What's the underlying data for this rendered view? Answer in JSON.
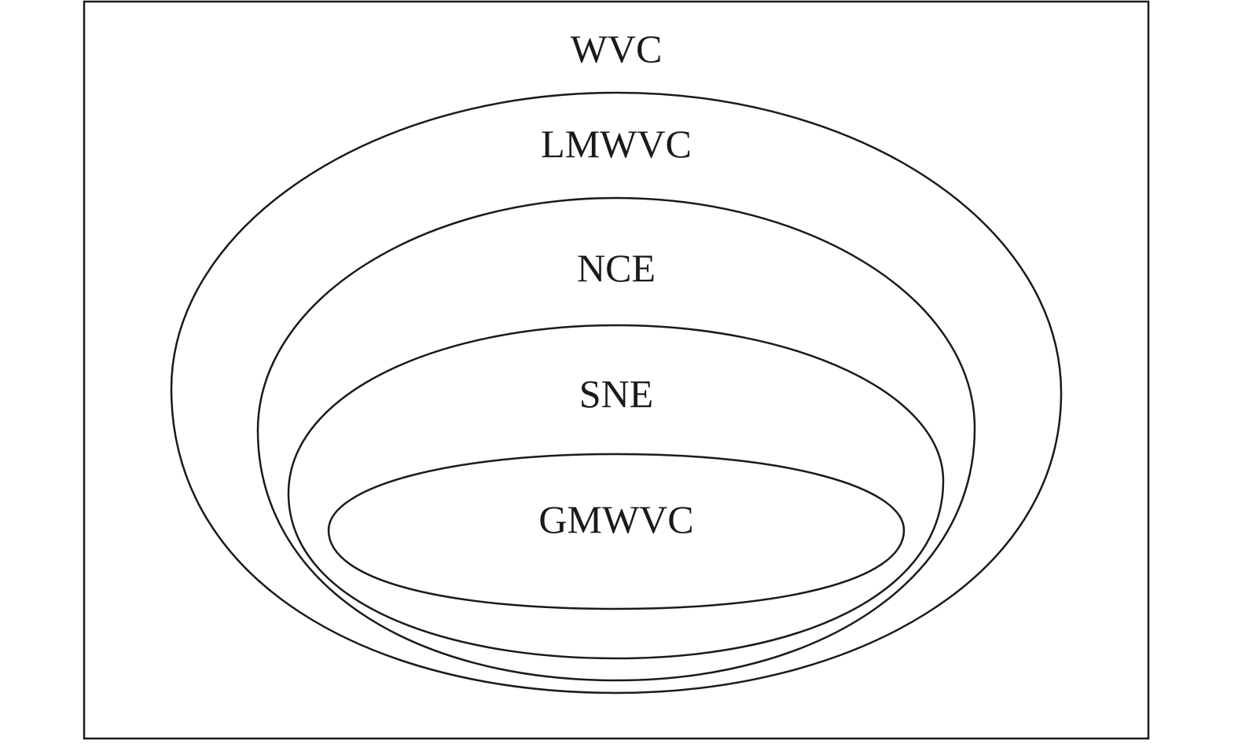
{
  "diagram": {
    "type": "nested-set-diagram",
    "line_color": "#1a1a1a",
    "background_color": "#ffffff",
    "sets": [
      {
        "id": "wvc",
        "label": "WVC",
        "contains": "lmwvc"
      },
      {
        "id": "lmwvc",
        "label": "LMWVC",
        "contains": "nce"
      },
      {
        "id": "nce",
        "label": "NCE",
        "contains": "sne"
      },
      {
        "id": "sne",
        "label": "SNE",
        "contains": "gmwvc"
      },
      {
        "id": "gmwvc",
        "label": "GMWVC",
        "contains": null
      }
    ]
  }
}
